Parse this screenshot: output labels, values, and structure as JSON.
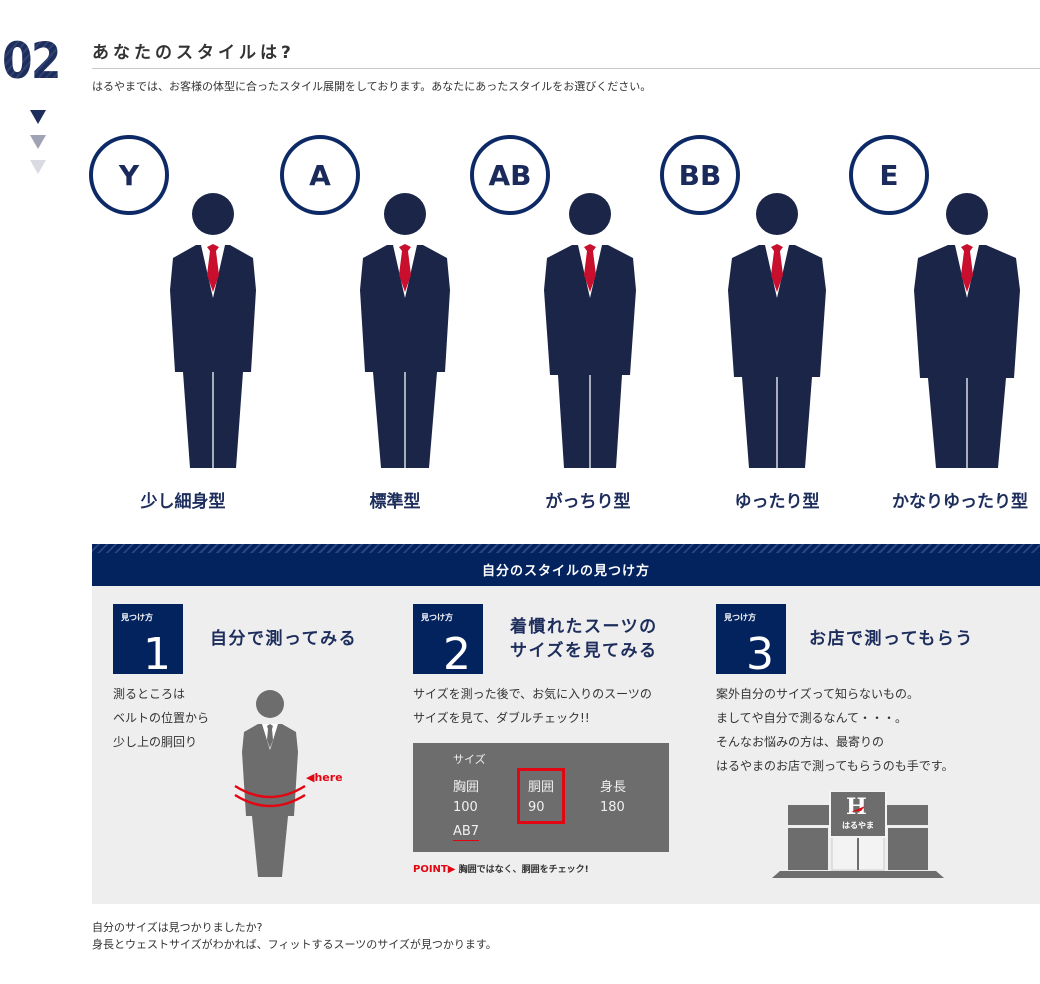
{
  "header": {
    "step_number": "02",
    "title": "あなたのスタイルは?",
    "subtitle": "はるやまでは、お客様の体型に合ったスタイル展開をしております。あなたにあったスタイルをお選びください。",
    "arrow_colors": [
      "#1d2d5c",
      "#9fa3b3",
      "#d9dae2"
    ]
  },
  "styles": [
    {
      "code": "Y",
      "label": "少し細身型"
    },
    {
      "code": "A",
      "label": "標準型"
    },
    {
      "code": "AB",
      "label": "がっちり型"
    },
    {
      "code": "BB",
      "label": "ゆったり型"
    },
    {
      "code": "E",
      "label": "かなりゆったり型"
    }
  ],
  "guide": {
    "banner_title": "自分のスタイルの見つけ方",
    "methods": [
      {
        "tag": "見つけ方",
        "number": "1",
        "title": "自分で測ってみる",
        "text_lines": [
          "測るところは",
          "ベルトの位置から",
          "少し上の胴回り"
        ],
        "marker_label": "◀here"
      },
      {
        "tag": "見つけ方",
        "number": "2",
        "title_lines": [
          "着慣れたスーツの",
          "サイズを見てみる"
        ],
        "text_lines": [
          "サイズを測った後で、お気に入りのスーツの",
          "サイズを見て、ダブルチェック!!"
        ],
        "size_card": {
          "heading": "サイズ",
          "columns": [
            {
              "label": "胸囲",
              "value": "100"
            },
            {
              "label": "胴囲",
              "value": "90"
            },
            {
              "label": "身長",
              "value": "180"
            }
          ],
          "code": "AB7"
        },
        "point_label": "POINT▶",
        "point_text": "胸囲ではなく、胴囲をチェック!"
      },
      {
        "tag": "見つけ方",
        "number": "3",
        "title": "お店で測ってもらう",
        "text_lines": [
          "案外自分のサイズって知らないもの。",
          "ましてや自分で測るなんて・・・。",
          "そんなお悩みの方は、最寄りの",
          "はるやまのお店で測ってもらうのも手です。"
        ],
        "store_sign": "はるやま",
        "store_logo": "H"
      }
    ]
  },
  "footer": {
    "line1": "自分のサイズは見つかりましたか?",
    "line2": "身長とウェストサイズがわかれば、フィットするスーツのサイズが見つかります。"
  },
  "colors": {
    "navy": "#1d2d5c",
    "banner_navy": "#03235f",
    "tie_red": "#c8102e",
    "accent_red": "#e20613",
    "panel_gray": "#eeeeee",
    "figure_gray": "#6d6d6d"
  }
}
